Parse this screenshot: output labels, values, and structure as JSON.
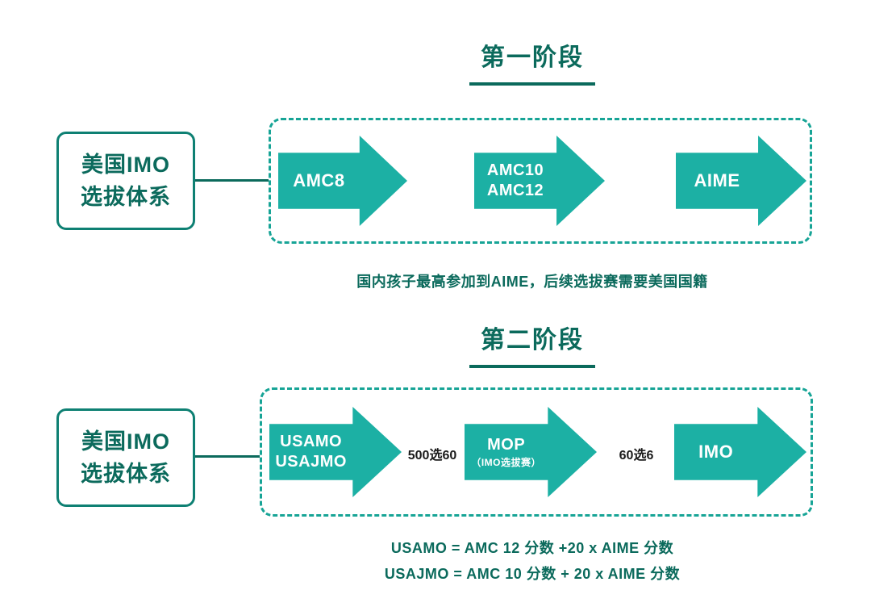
{
  "colors": {
    "arrow_teal": "#1CB0A4",
    "dark_green_text": "#0B6A5C",
    "dashed_border": "#17A496",
    "box_border": "#0E8073",
    "gap_label_color": "#1a1a1a",
    "background": "#ffffff",
    "arrow_text": "#ffffff"
  },
  "stage1": {
    "title": "第一阶段",
    "source_box": {
      "line1": "美国IMO",
      "line2": "选拔体系"
    },
    "arrows": [
      {
        "line1": "AMC8"
      },
      {
        "line1": "AMC10",
        "line2": "AMC12"
      },
      {
        "line1": "AIME"
      }
    ],
    "caption": "国内孩子最高参加到AIME，后续选拔赛需要美国国籍"
  },
  "stage2": {
    "title": "第二阶段",
    "source_box": {
      "line1": "美国IMO",
      "line2": "选拔体系"
    },
    "arrows": [
      {
        "line1": "USAMO",
        "line2": "USAJMO"
      },
      {
        "line1": "MOP",
        "line2": "（IMO选拔赛）"
      },
      {
        "line1": "IMO"
      }
    ],
    "connector_labels": [
      "500选60",
      "60选6"
    ],
    "captions": [
      "USAMO = AMC 12 分数 +20 x AIME 分数",
      "USAJMO = AMC 10 分数 + 20 x AIME 分数"
    ]
  }
}
